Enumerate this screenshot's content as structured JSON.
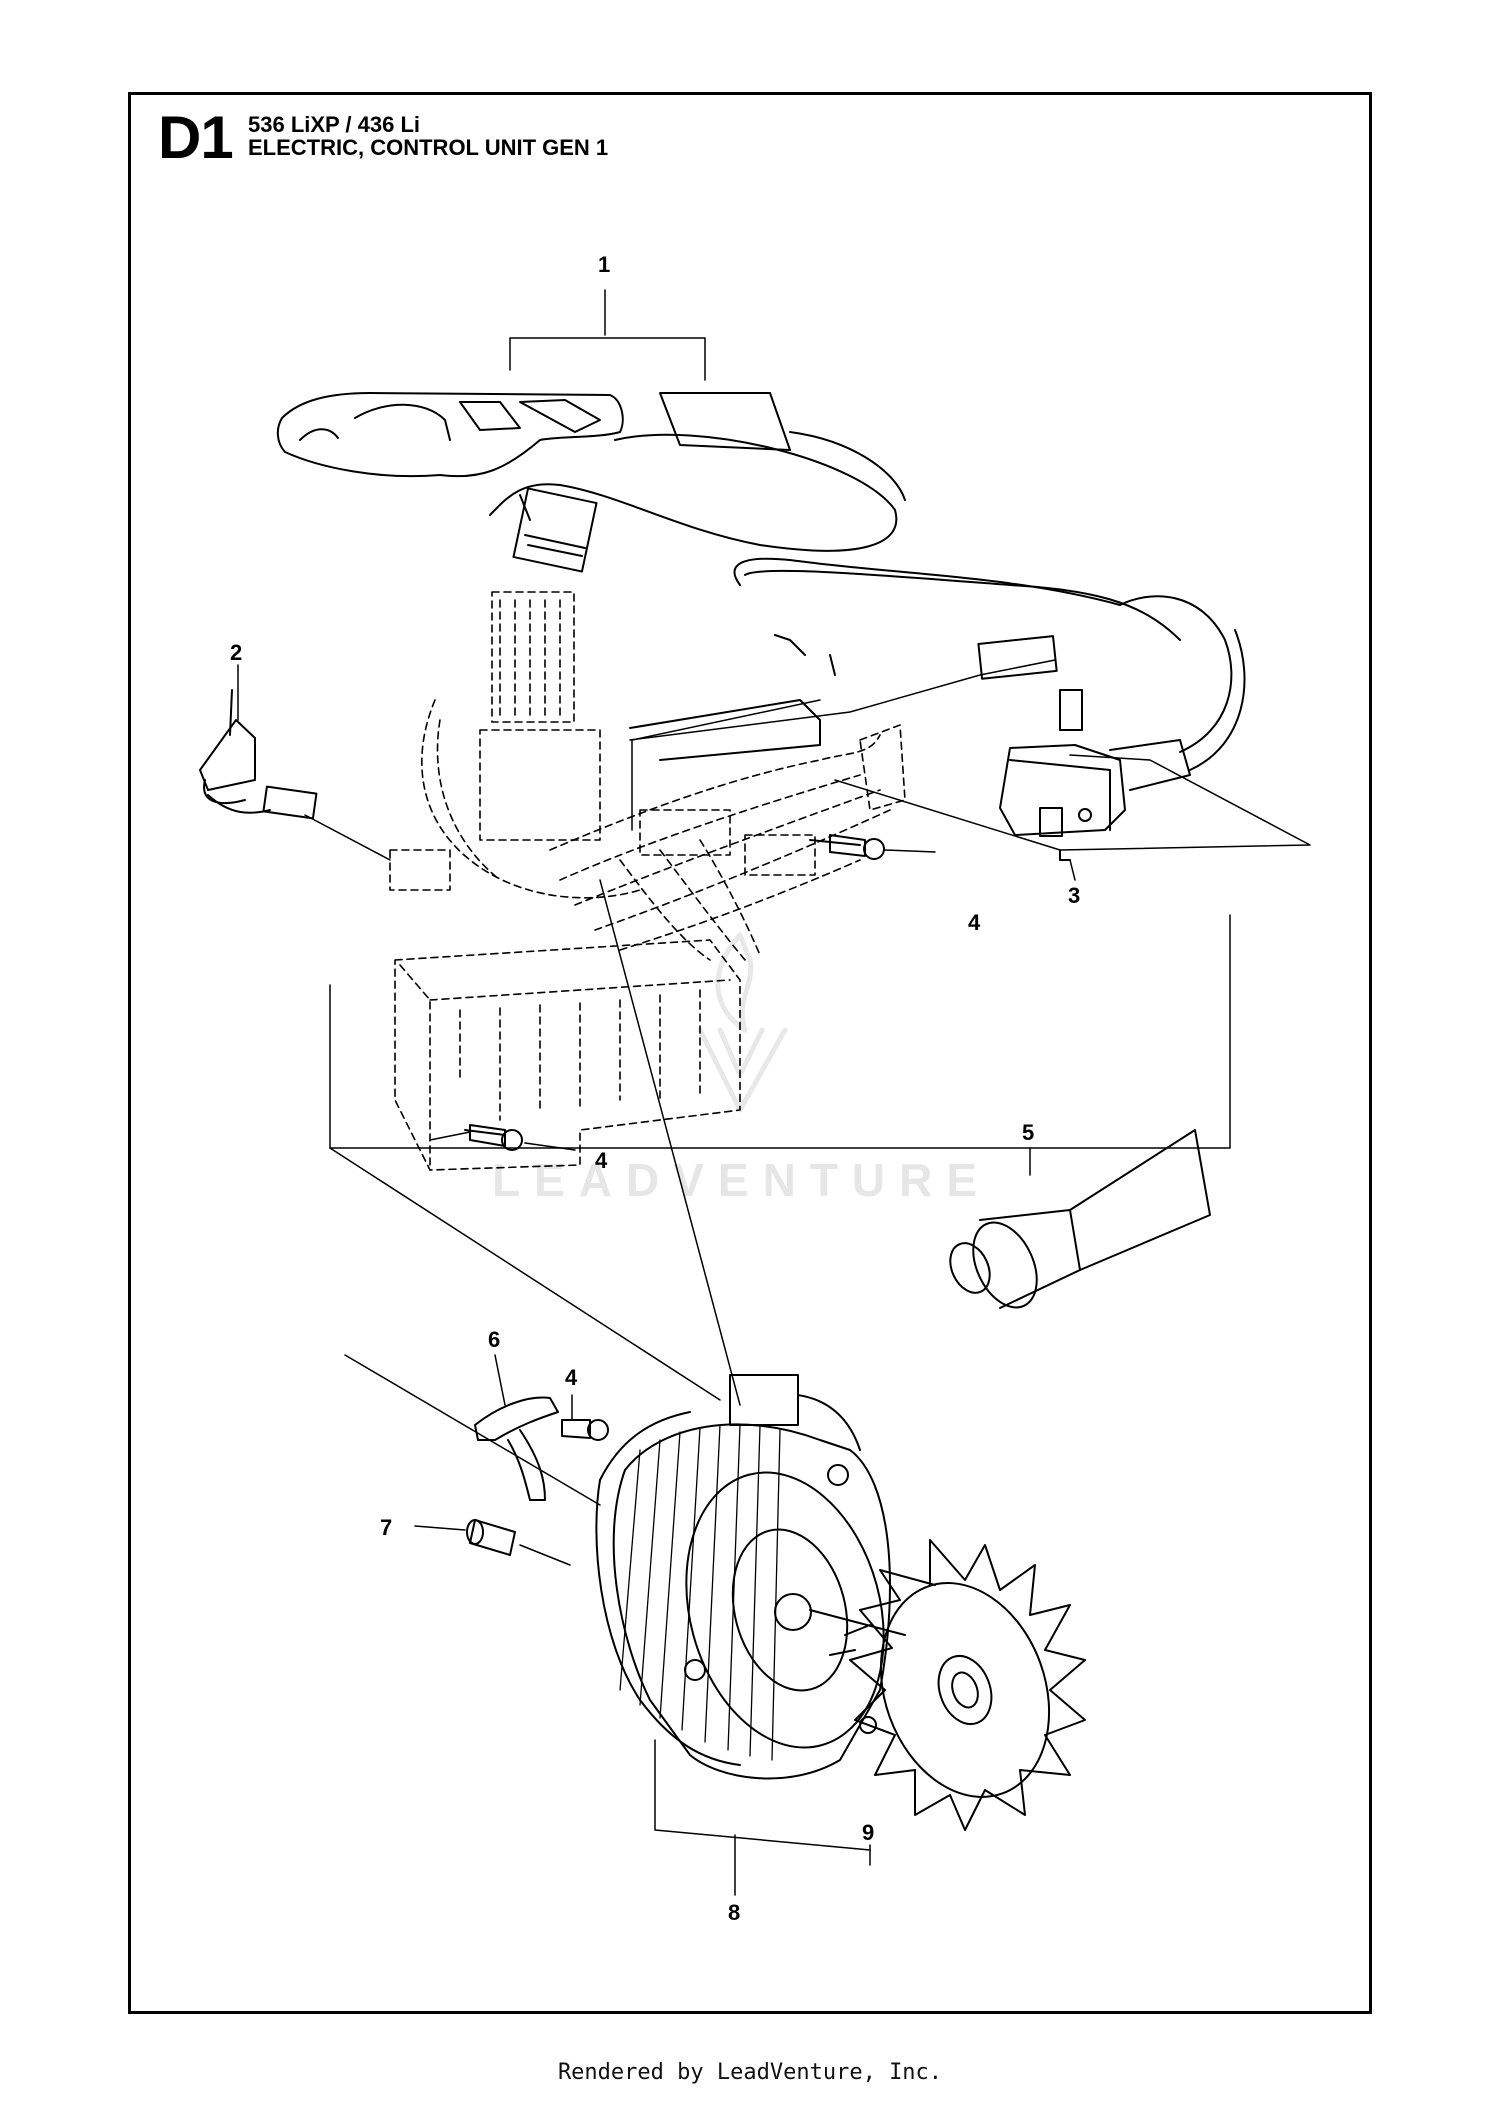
{
  "header": {
    "diagram_code": "D1",
    "model_line": "536 LiXP / 436 Li",
    "section_title": "ELECTRIC, CONTROL UNIT GEN 1"
  },
  "callouts": [
    {
      "id": "1",
      "label": "1"
    },
    {
      "id": "2",
      "label": "2"
    },
    {
      "id": "3",
      "label": "3"
    },
    {
      "id": "4a",
      "label": "4"
    },
    {
      "id": "4b",
      "label": "4"
    },
    {
      "id": "4c",
      "label": "4"
    },
    {
      "id": "5",
      "label": "5"
    },
    {
      "id": "6",
      "label": "6"
    },
    {
      "id": "7",
      "label": "7"
    },
    {
      "id": "8",
      "label": "8"
    },
    {
      "id": "9",
      "label": "9"
    }
  ],
  "watermark": {
    "text": "LEADVENTURE"
  },
  "footer": {
    "text": "Rendered by LeadVenture, Inc."
  }
}
